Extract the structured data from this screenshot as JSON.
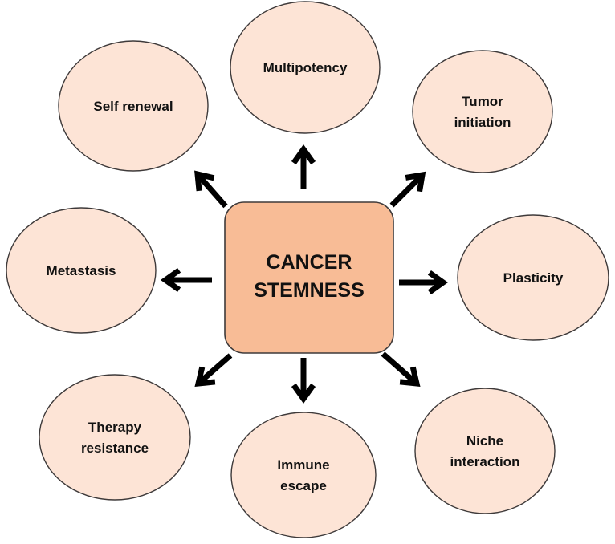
{
  "center": {
    "line1": "CANCER",
    "line2": "STEMNESS"
  },
  "features": [
    {
      "id": "multipotency",
      "lines": [
        "Multipotency"
      ]
    },
    {
      "id": "tumor-initiation",
      "lines": [
        "Tumor",
        "initiation"
      ]
    },
    {
      "id": "plasticity",
      "lines": [
        "Plasticity"
      ]
    },
    {
      "id": "niche-interaction",
      "lines": [
        "Niche",
        "interaction"
      ]
    },
    {
      "id": "immune-escape",
      "lines": [
        "Immune",
        "escape"
      ]
    },
    {
      "id": "therapy-resistance",
      "lines": [
        "Therapy",
        "resistance"
      ]
    },
    {
      "id": "metastasis",
      "lines": [
        "Metastasis"
      ]
    },
    {
      "id": "self-renewal",
      "lines": [
        "Self renewal"
      ]
    }
  ],
  "colors": {
    "center_fill": "#f8bc96",
    "node_fill": "#fde4d6",
    "outline": "#3e3a3a",
    "arrow": "#000000"
  }
}
